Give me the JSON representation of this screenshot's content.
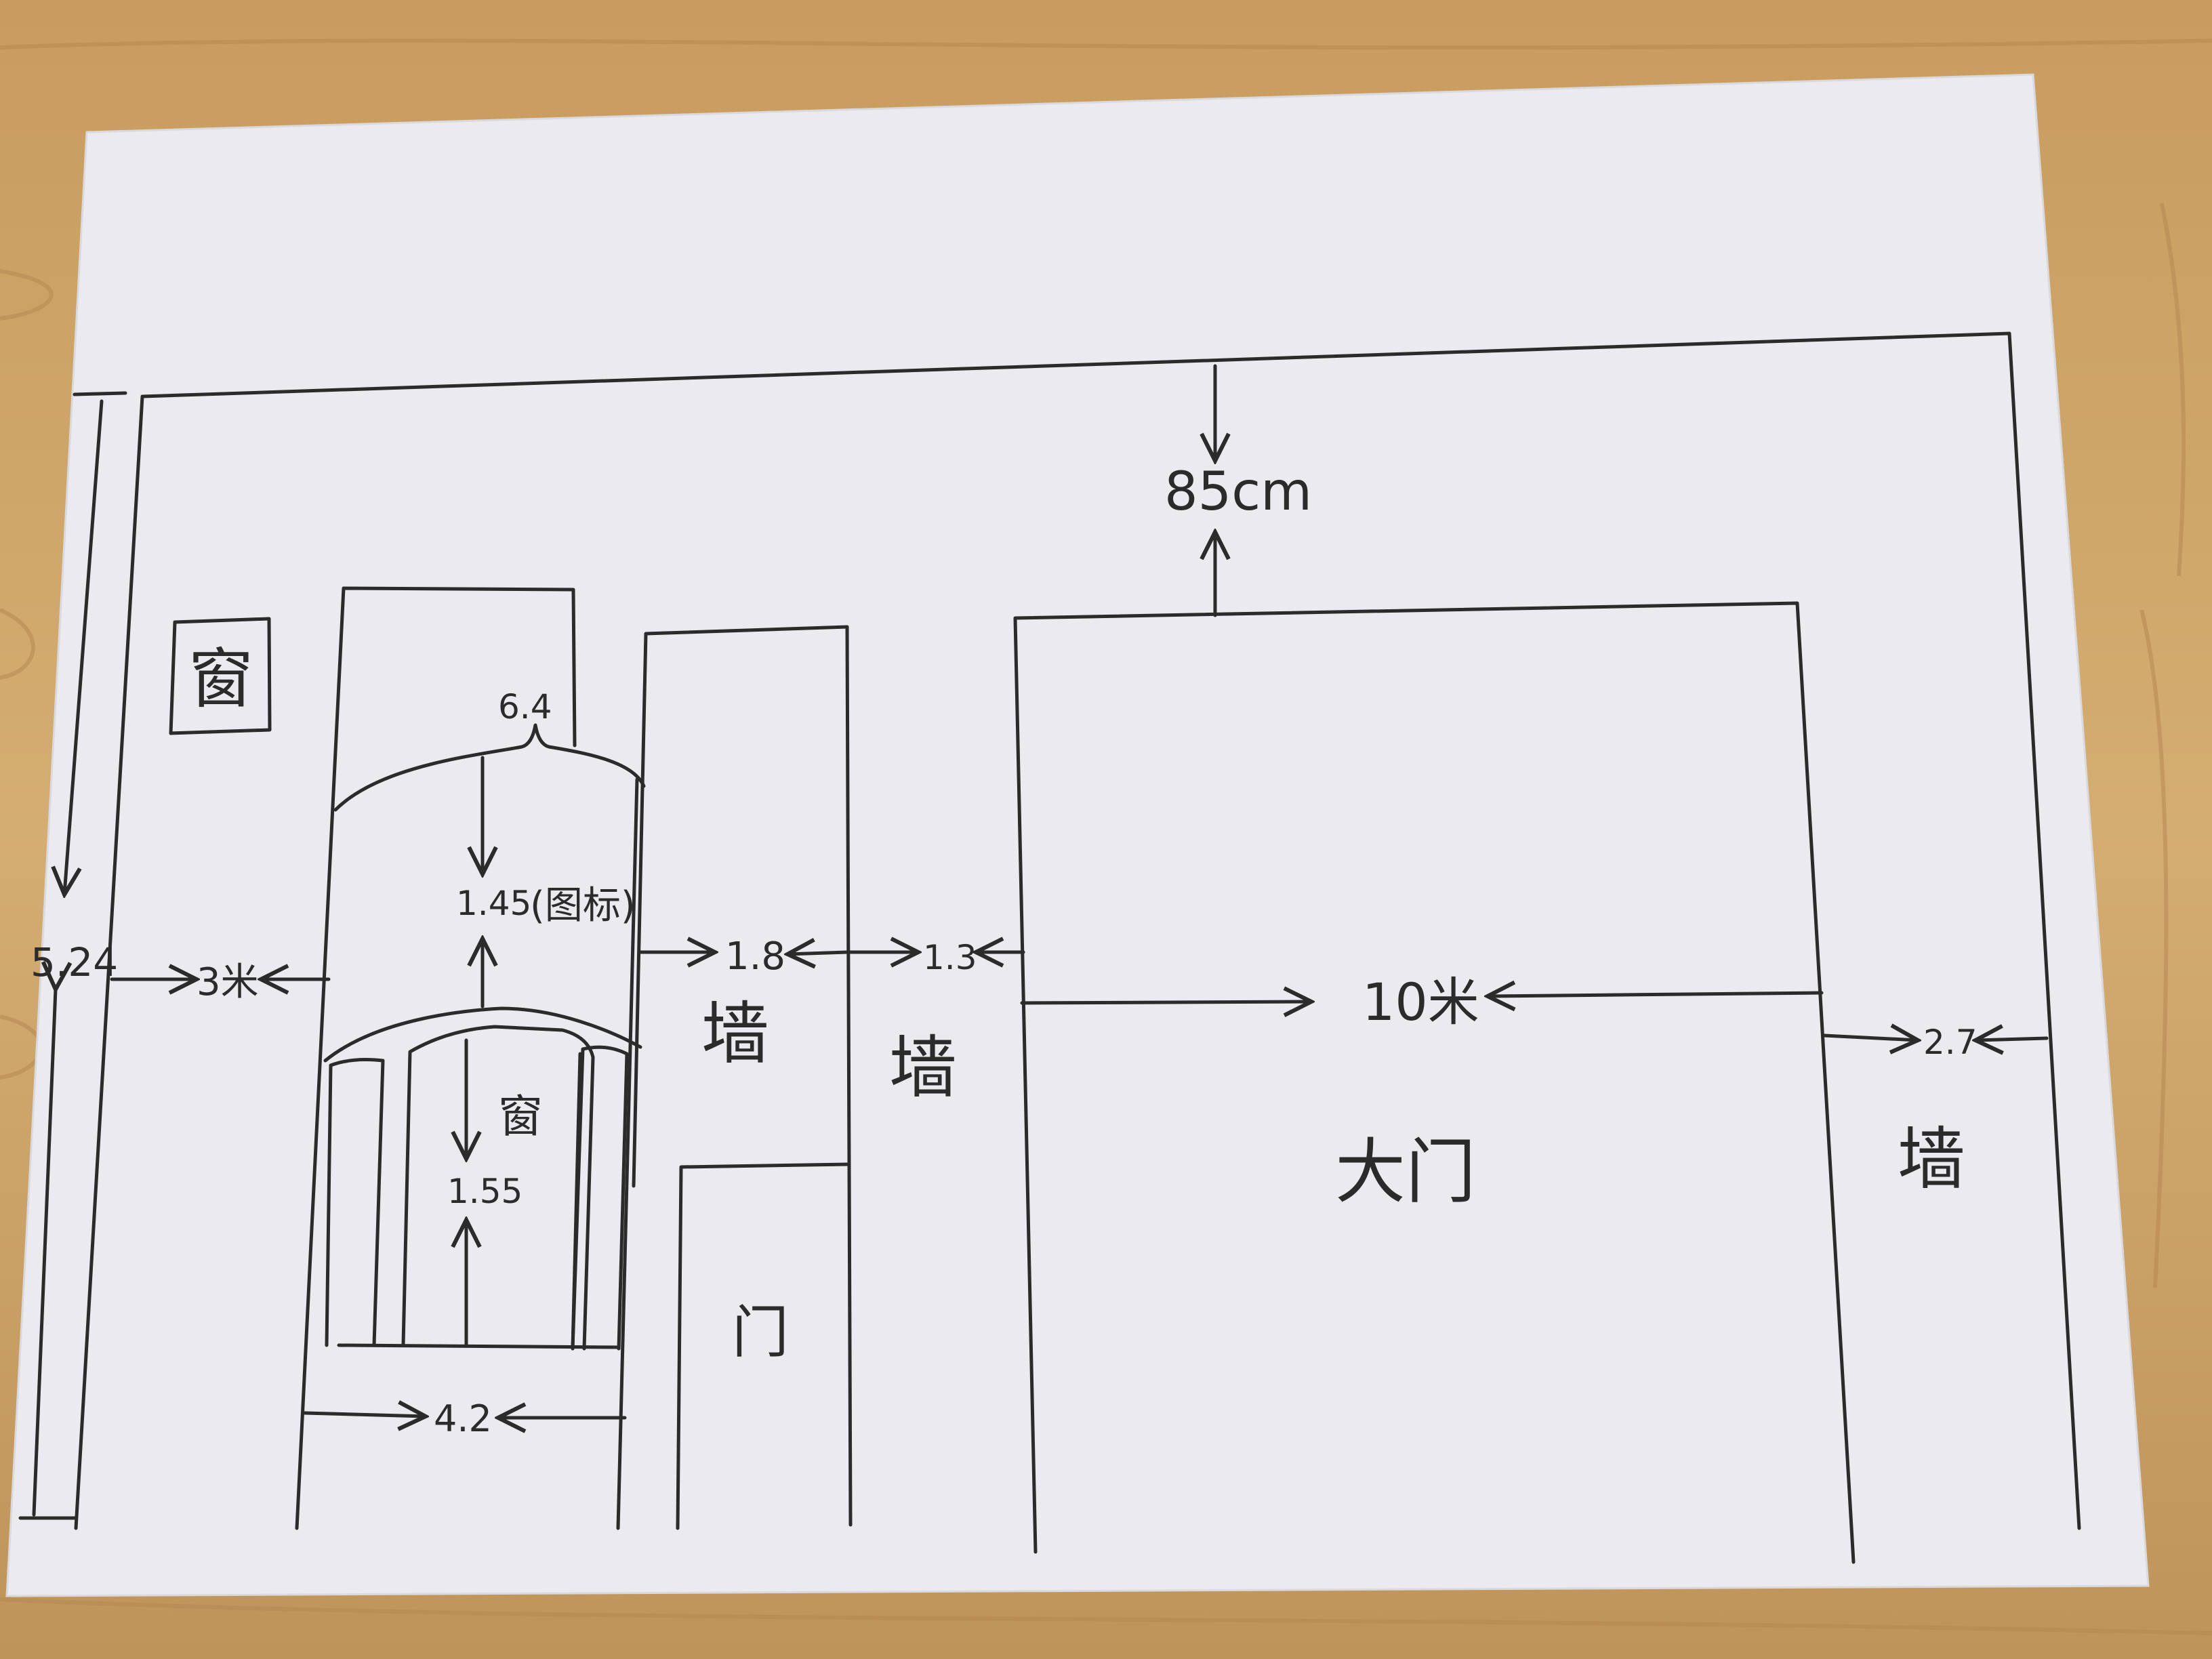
{
  "labels": {
    "window_small": "窗",
    "arch_width": "6.4",
    "logo_height": "1.45",
    "logo_note": "(图标)",
    "window_arched": "窗",
    "window_height": "1.55",
    "window_width": "4.2",
    "total_height": "5.24",
    "left_gap": "3米",
    "wall_width_1": "1.8",
    "wall_label_1": "墙",
    "wall_width_2": "1.3",
    "wall_label_2": "墙",
    "door": "门",
    "top_clearance": "85cm",
    "gate_width": "10米",
    "gate": "大门",
    "right_wall_width": "2.7",
    "wall_label_3": "墙"
  },
  "colors": {
    "ink": "#2b2b2b",
    "paper": "#ededf0",
    "table": "#c9a36a"
  }
}
